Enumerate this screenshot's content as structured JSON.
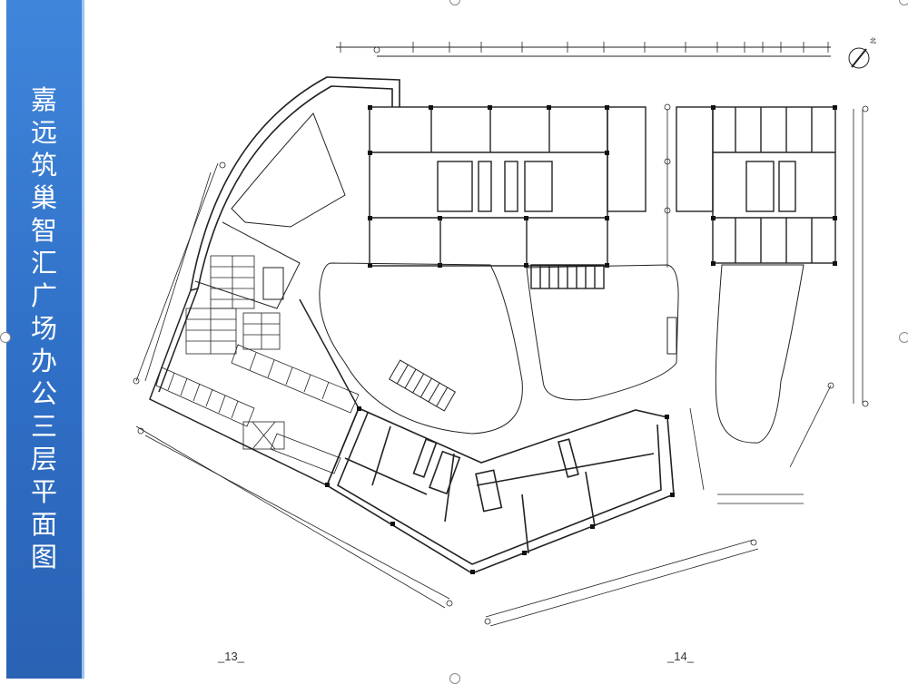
{
  "sidebar": {
    "title_chars": [
      "嘉",
      "远",
      "筑",
      "巢",
      "智",
      "汇",
      "广",
      "场",
      "办",
      "公",
      "三",
      "层",
      "平",
      "面",
      "图"
    ]
  },
  "plan": {
    "north_label": "北",
    "page_left": "_13_",
    "page_right": "_14_"
  },
  "colors": {
    "sidebar": "#2f6fc6",
    "line": "#222222"
  }
}
